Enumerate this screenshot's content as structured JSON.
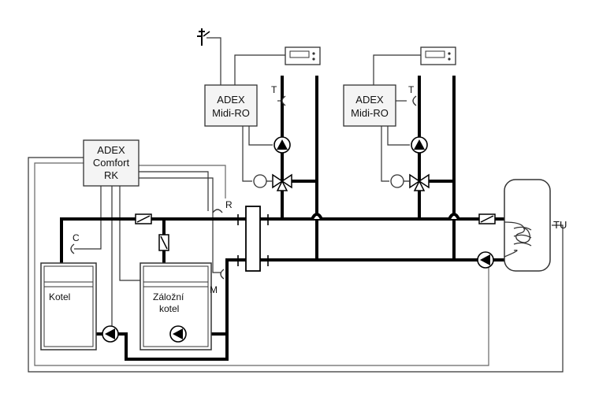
{
  "controllers": {
    "comfort": {
      "line1": "ADEX",
      "line2": "Comfort",
      "line3": "RK"
    },
    "midi_left": {
      "line1": "ADEX",
      "line2": "Midi-RO"
    },
    "midi_right": {
      "line1": "ADEX",
      "line2": "Midi-RO"
    }
  },
  "boilers": {
    "kotel": {
      "label": "Kotel"
    },
    "zalozni": {
      "line1": "Záložní",
      "line2": "kotel"
    }
  },
  "sensors": {
    "c": "C",
    "r": "R",
    "m": "M",
    "t_left": "T",
    "t_right": "T",
    "tu": "TU"
  },
  "colors": {
    "pipe": "#000000",
    "wire": "#333333",
    "box_fill": "#f4f4f4"
  }
}
